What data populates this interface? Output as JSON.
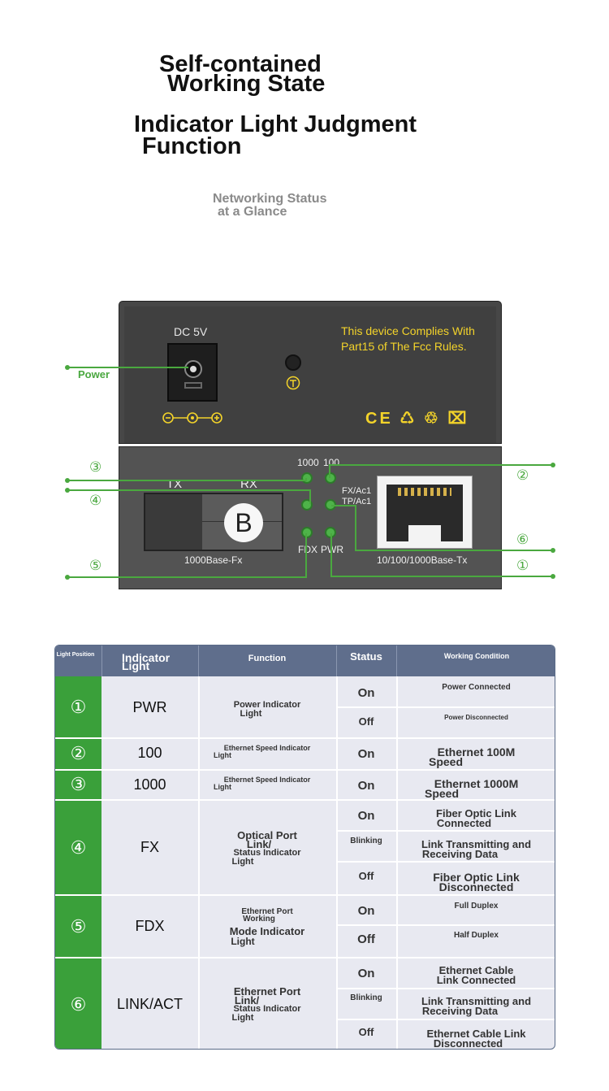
{
  "header": {
    "title_line1": "Self-contained",
    "title_line2": "Working State",
    "title_line3": "Indicator Light Judgment",
    "title_line4": "Function",
    "subtitle_line1": "Networking Status",
    "subtitle_line2": "at a Glance"
  },
  "device": {
    "dc_label": "DC 5V",
    "fcc_line1": "This device Complies With",
    "fcc_line2": "Part15 of The Fcc Rules.",
    "certs": "CE ♺ ♲ ⌧",
    "tx_label": "TX",
    "rx_label": "RX",
    "fiber_badge": "B",
    "fiber_label": "1000Base-Fx",
    "rj45_label": "10/100/1000Base-Tx",
    "led_1000": "1000",
    "led_100": "100",
    "led_fx": "FX/Ac1",
    "led_tp": "TP/Ac1",
    "led_fdx": "FDX",
    "led_pwr": "PWR",
    "power_callout": "Power",
    "callouts": [
      "③",
      "④",
      "⑤",
      "②",
      "⑥",
      "①"
    ]
  },
  "table": {
    "headers": {
      "position": "Light Position",
      "indicator_1": "Indicator",
      "indicator_2": "Light",
      "function": "Function",
      "status": "Status",
      "condition": "Working Condition"
    },
    "rows": [
      {
        "num": "①",
        "indicator": "PWR",
        "fn1": "Power Indicator",
        "fn2": "Light",
        "states": [
          {
            "status": "On",
            "cond1": "Power Connected",
            "cond2": ""
          },
          {
            "status": "Off",
            "cond1": "Power Disconnected",
            "cond2": ""
          }
        ]
      },
      {
        "num": "②",
        "indicator": "100",
        "fn1": "Ethernet Speed Indicator",
        "fn2": "Light",
        "states": [
          {
            "status": "On",
            "cond1": "Ethernet 100M",
            "cond2": "Speed"
          }
        ]
      },
      {
        "num": "③",
        "indicator": "1000",
        "fn1": "Ethernet Speed Indicator",
        "fn2": "Light",
        "states": [
          {
            "status": "On",
            "cond1": "Ethernet 1000M",
            "cond2": "Speed"
          }
        ]
      },
      {
        "num": "④",
        "indicator": "FX",
        "fn1": "Optical Port",
        "fn2": "Link/",
        "fn3": "Status Indicator",
        "fn4": "Light",
        "states": [
          {
            "status": "On",
            "cond1": "Fiber Optic Link",
            "cond2": "Connected"
          },
          {
            "status": "Blinking",
            "cond1": "Link Transmitting and",
            "cond2": "Receiving Data"
          },
          {
            "status": "Off",
            "cond1": "Fiber Optic Link",
            "cond2": "Disconnected"
          }
        ]
      },
      {
        "num": "⑤",
        "indicator": "FDX",
        "fn1": "Ethernet Port",
        "fn2": "Working",
        "fn3": "Mode Indicator",
        "fn4": "Light",
        "states": [
          {
            "status": "On",
            "cond1": "Full Duplex",
            "cond2": ""
          },
          {
            "status": "Off",
            "cond1": "Half Duplex",
            "cond2": ""
          }
        ]
      },
      {
        "num": "⑥",
        "indicator": "LINK/ACT",
        "fn1": "Ethernet Port",
        "fn2": "Link/",
        "fn3": "Status Indicator",
        "fn4": "Light",
        "states": [
          {
            "status": "On",
            "cond1": "Ethernet Cable",
            "cond2": "Link Connected"
          },
          {
            "status": "Blinking",
            "cond1": "Link Transmitting and",
            "cond2": "Receiving Data"
          },
          {
            "status": "Off",
            "cond1": "Ethernet Cable Link",
            "cond2": "Disconnected"
          }
        ]
      }
    ]
  }
}
